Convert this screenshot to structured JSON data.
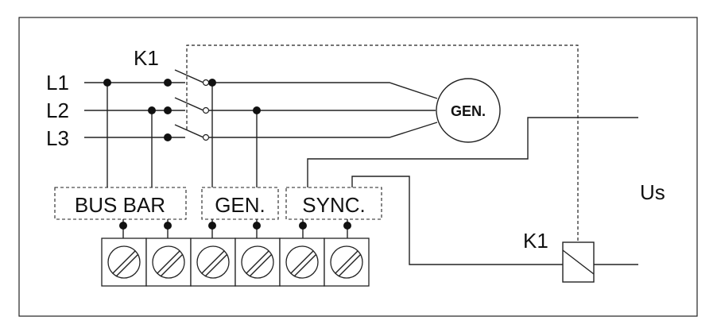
{
  "labels": {
    "l1": "L1",
    "l2": "L2",
    "l3": "L3",
    "k1_top": "K1",
    "generator": "GEN.",
    "bus_bar": "BUS BAR",
    "gen_group": "GEN.",
    "sync_group": "SYNC.",
    "us": "Us",
    "k1_relay": "K1"
  },
  "terminal_count": 6
}
